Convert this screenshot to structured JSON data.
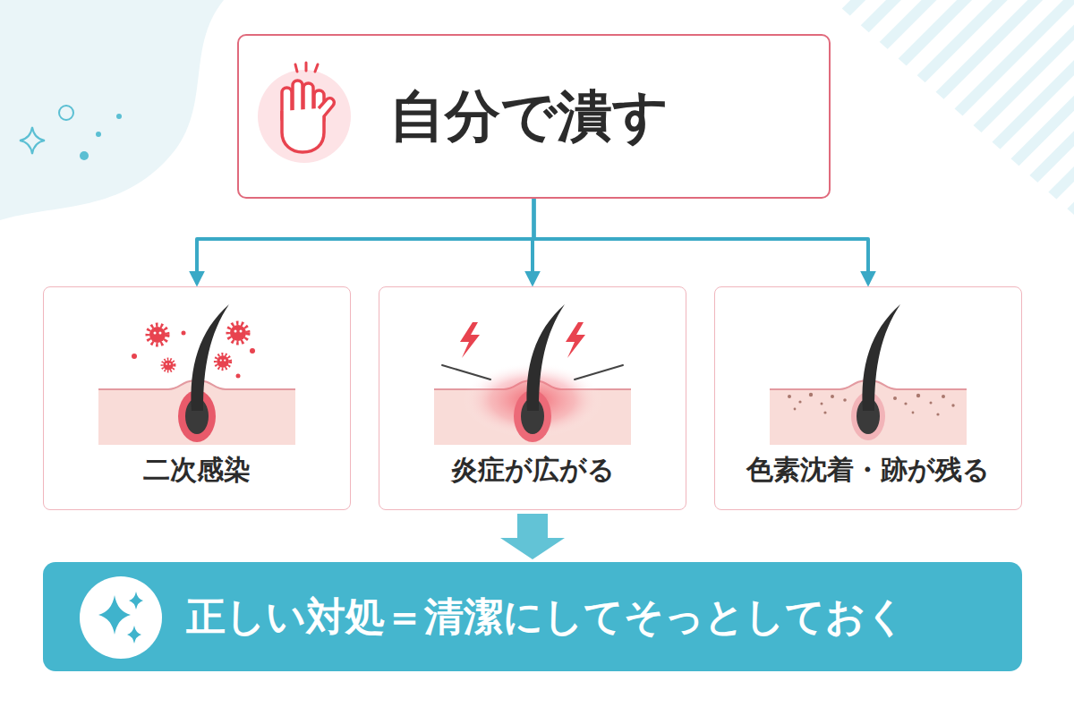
{
  "diagram": {
    "nodes": [
      {
        "text": [
          "自分で潰す"
        ]
      },
      {
        "text": [
          "二次感染"
        ]
      },
      {
        "text": [
          "炎症が広がる"
        ]
      },
      {
        "text": [
          "色素沈着・跡が残る"
        ]
      },
      {
        "text": [
          "正しい対処＝清潔にしてそっとしておく"
        ]
      }
    ],
    "edges": [
      {
        "from": 0,
        "to": 1,
        "arrow": "to"
      },
      {
        "from": 0,
        "to": 2,
        "arrow": "to"
      },
      {
        "from": 0,
        "to": 3,
        "arrow": "to"
      },
      {
        "from": 2,
        "to": 4,
        "arrow": "to"
      }
    ]
  }
}
